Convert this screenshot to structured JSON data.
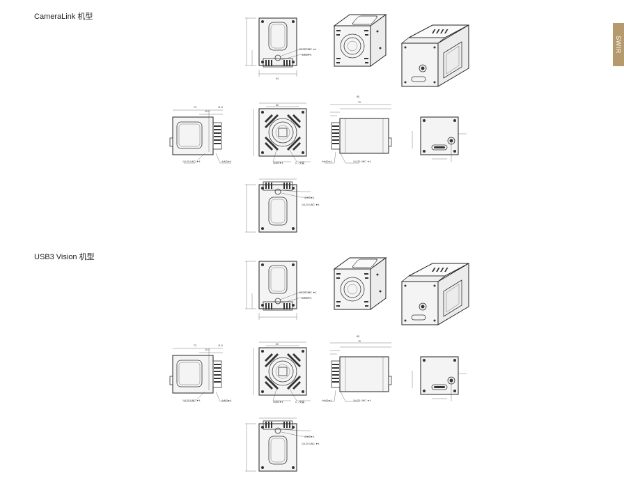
{
  "sections": [
    {
      "title": "CameraLink 机型"
    },
    {
      "title": "USB3 Vision 机型"
    }
  ],
  "side_tab": {
    "label": "SWIR"
  },
  "callouts": {
    "thread_unc": "1/4-20 UNC ▼4",
    "thread_m": "4xM3▼4",
    "c_mount": "C - 安装",
    "dim_top_width": "54",
    "dim_side_total": "73",
    "dim_side_flange": "11.5",
    "dim_side_small": "10.5",
    "dim_front": "60",
    "dim_right_total": "85",
    "dim_right_body": "70"
  },
  "colors": {
    "accent": "#b59a6e",
    "line": "#333333"
  }
}
